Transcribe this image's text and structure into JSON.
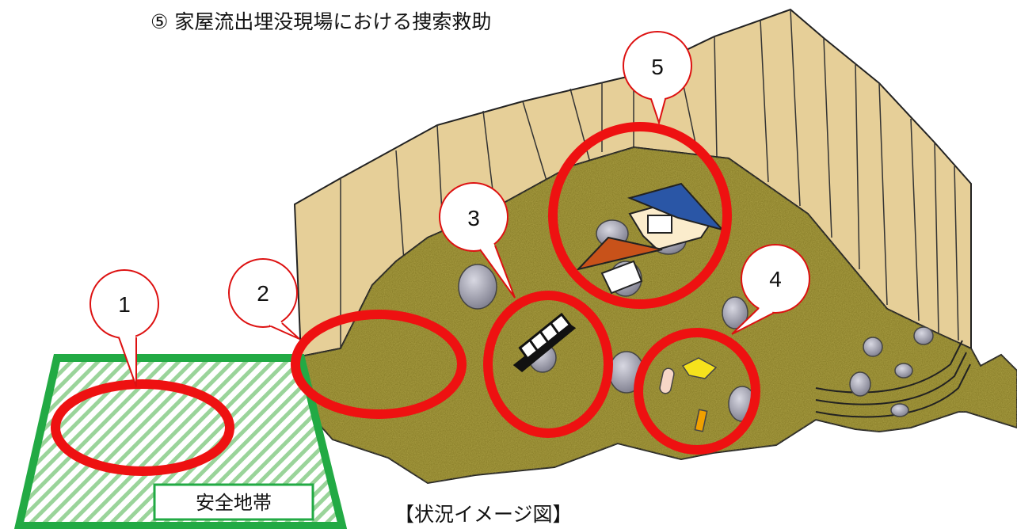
{
  "title": "⑤ 家屋流出埋没現場における捜索救助",
  "caption": "【状況イメージ図】",
  "safe_zone_label": "安全地帯",
  "callouts": [
    "1",
    "2",
    "3",
    "4",
    "5"
  ],
  "colors": {
    "ring": "#ee1111",
    "callout_stroke": "#dd1111",
    "safe_zone": "#22aa44",
    "ground": "#8a7f2a",
    "cliff": "#e6cf98",
    "roof_blue": "#2a56a6",
    "roof_orange": "#c8521a",
    "house_wall": "#fbeccc",
    "rock": "#9a9aa6"
  }
}
